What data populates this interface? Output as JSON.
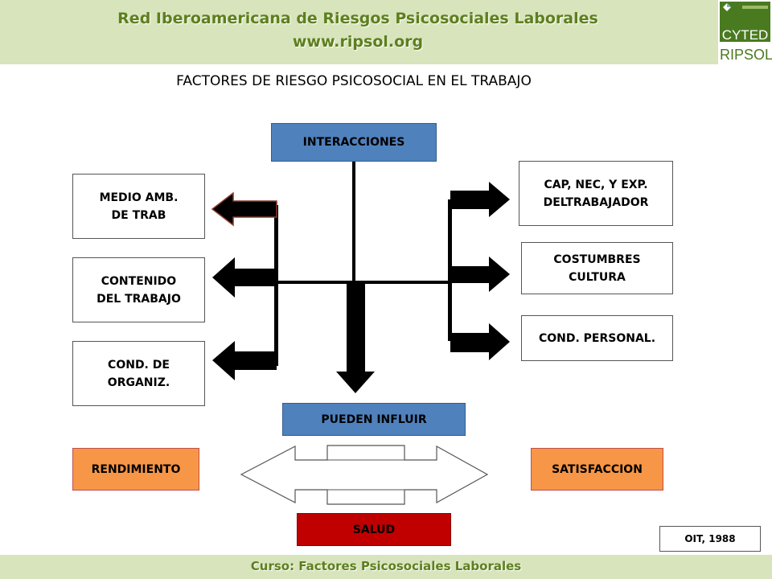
{
  "header": {
    "line1": "Red Iberoamericana de Riesgos Psicosociales Laborales",
    "line2": "www.ripsol.org"
  },
  "logo": {
    "cyted": "CYTED",
    "ripsol": "RIPSOL"
  },
  "title": "FACTORES DE RIESGO PSICOSOCIAL EN EL TRABAJO",
  "diagram": {
    "interacciones": "INTERACCIONES",
    "left_factors": [
      {
        "line1": "MEDIO AMB.",
        "line2": "DE TRAB"
      },
      {
        "line1": "CONTENIDO",
        "line2": "DEL TRABAJO"
      },
      {
        "line1": "COND. DE",
        "line2": "ORGANIZ."
      }
    ],
    "right_factors": [
      {
        "line1": "CAP, NEC, Y EXP.",
        "line2": "DELTRABAJADOR"
      },
      {
        "line1": "COSTUMBRES",
        "line2": "CULTURA"
      },
      {
        "line1": "COND. PERSONAL.",
        "line2": ""
      }
    ],
    "pueden_influir": "PUEDEN INFLUIR",
    "rendimiento": "RENDIMIENTO",
    "satisfaccion": "SATISFACCION",
    "salud": "SALUD",
    "source": "OIT, 1988"
  },
  "colors": {
    "header_bg": "#d8e4bc",
    "header_text": "#5d7f1e",
    "blue": "#4f81bd",
    "orange": "#f79646",
    "red": "#c00000"
  },
  "footer": {
    "text": "Curso: Factores Psicosociales Laborales"
  }
}
